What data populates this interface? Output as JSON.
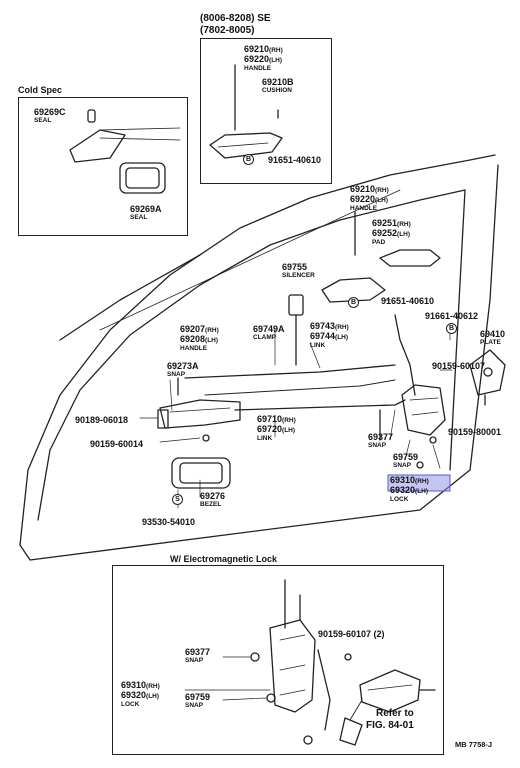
{
  "header": {
    "variant_line1": "(8006-8208)  SE",
    "variant_line2": "(7802-8005)"
  },
  "cold_spec": {
    "title": "Cold Spec",
    "parts": [
      {
        "num": "69269C",
        "name": "SEAL"
      },
      {
        "num": "69269A",
        "name": "SEAL"
      }
    ]
  },
  "top_inset": {
    "handle_rh": "69210",
    "handle_lh": "69220",
    "rh": "(RH)",
    "lh": "(LH)",
    "handle_name": "HANDLE",
    "cushion_num": "69210B",
    "cushion_name": "CUSHION",
    "marker": "B",
    "bolt": "91651-40610"
  },
  "main": {
    "handle_rh": "69210",
    "handle_lh": "69220",
    "handle_name": "HANDLE",
    "pad_rh": "69251",
    "pad_lh": "69252",
    "pad_name": "PAD",
    "silencer_num": "69755",
    "silencer_name": "SILENCER",
    "bolt1": "91651-40610",
    "bolt2": "91661-40612",
    "marker_b": "B",
    "plate_num": "69410",
    "plate_name": "PLATE",
    "inner_handle_rh": "69207",
    "inner_handle_lh": "69208",
    "inner_handle_name": "HANDLE",
    "clamp_num": "69749A",
    "clamp_name": "CLAMP",
    "link_rh": "69743",
    "link_lh": "69744",
    "link_name": "LINK",
    "snap_num": "69273A",
    "snap_name": "SNAP",
    "screw1": "90159-60107",
    "screw2": "90189-06018",
    "screw3": "90159-80001",
    "screw4": "90159-60014",
    "link2_rh": "69710",
    "link2_lh": "69720",
    "link2_name": "LINK",
    "snap2_num": "69377",
    "snap2_name": "SNAP",
    "snap3_num": "69759",
    "snap3_name": "SNAP",
    "lock_rh": "69310",
    "lock_lh": "69320",
    "lock_name": "LOCK",
    "bezel_num": "69276",
    "bezel_name": "BEZEL",
    "marker_s": "S",
    "clip": "93530-54010",
    "rh": "(RH)",
    "lh": "(LH)"
  },
  "emlock": {
    "title": "W/ Electromagnetic Lock",
    "snap1_num": "69377",
    "snap1_name": "SNAP",
    "screw": "90159-60107  (2)",
    "lock_rh": "69310",
    "lock_lh": "69320",
    "lock_name": "LOCK",
    "rh": "(RH)",
    "lh": "(LH)",
    "snap2_num": "69759",
    "snap2_name": "SNAP",
    "refer_line1": "Refer to",
    "refer_line2": "FIG. 84-01"
  },
  "footer": {
    "code": "MB  7758-J"
  }
}
